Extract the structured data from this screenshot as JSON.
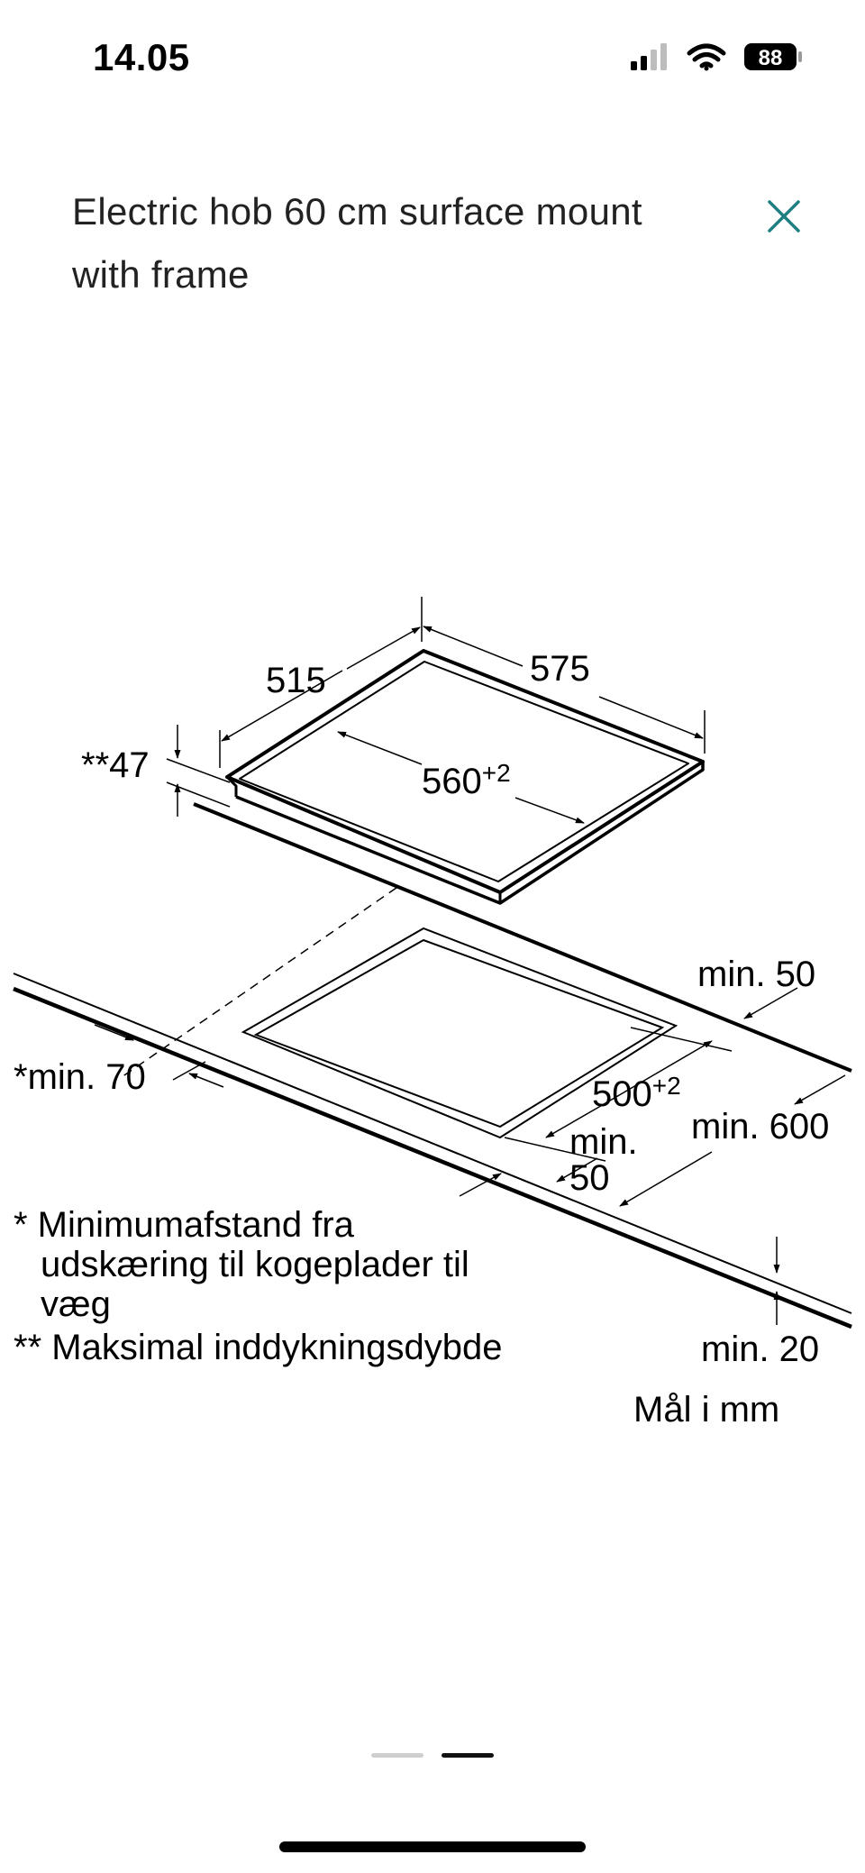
{
  "status_bar": {
    "time": "14.05",
    "battery_level": "88",
    "icons": [
      "cellular-signal-icon",
      "wifi-icon",
      "battery-icon"
    ]
  },
  "header": {
    "title": "Electric hob 60 cm surface mount with frame",
    "close_icon": "close-icon",
    "accent_color": "#1e7f82"
  },
  "drawing": {
    "dim_575": "575",
    "dim_515": "515",
    "dim_47": "**47",
    "cutout_width_value": "560",
    "cutout_width_tolerance": "+2",
    "cutout_depth_value": "500",
    "cutout_depth_tolerance": "+2",
    "min_70": "*min. 70",
    "min_50_right": "min. 50",
    "min_600": "min. 600",
    "min_50_front_line1": "min.",
    "min_50_front_line2": "50",
    "min_20": "min. 20",
    "note_single_star": "* Minimumafstand fra",
    "note_single_star_line2": "udskæring til kogeplader til",
    "note_single_star_line3": "væg",
    "note_double_star": "** Maksimal inddykningsdybde",
    "units_note": "Mål i mm"
  },
  "pager": {
    "page_count": 2,
    "active_page": 2
  }
}
